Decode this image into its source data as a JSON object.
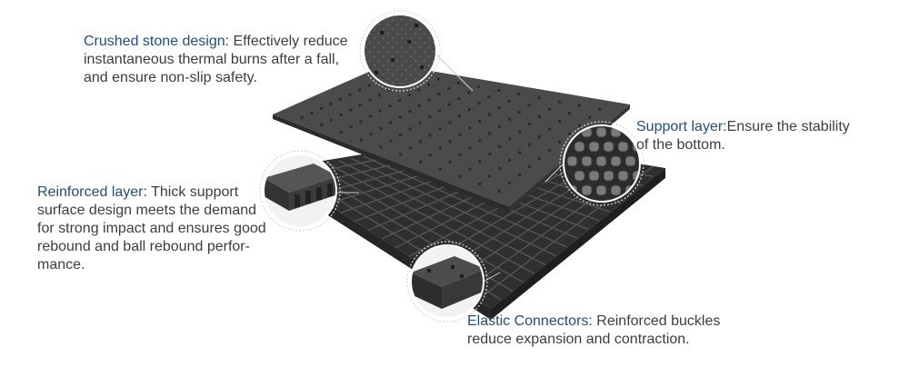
{
  "callouts": {
    "crushed": {
      "title": "Crushed stone design",
      "lines": [
        ":  Effectively reduce",
        "instantaneous thermal burns after a fall,",
        "and ensure non-slip safety."
      ]
    },
    "support": {
      "title": "Support layer",
      "lines": [
        ":Ensure the stability",
        "of the bottom."
      ]
    },
    "reinforced": {
      "title": "Reinforced layer",
      "lines": [
        ": Thick support",
        "surface design meets the demand",
        "for strong impact and ensures good",
        "rebound and ball rebound perfor-",
        "mance."
      ]
    },
    "elastic": {
      "title": "Elastic Connectors",
      "lines": [
        ": Reinforced buckles",
        "reduce expansion and contraction."
      ]
    }
  },
  "colors": {
    "title_blue": "#1f4e79",
    "body_text": "#3d3d3d",
    "top_plate": "#4b4b4b",
    "top_plate_edge": "#2b2b2b",
    "grid_base": "#2f2f2f"
  }
}
